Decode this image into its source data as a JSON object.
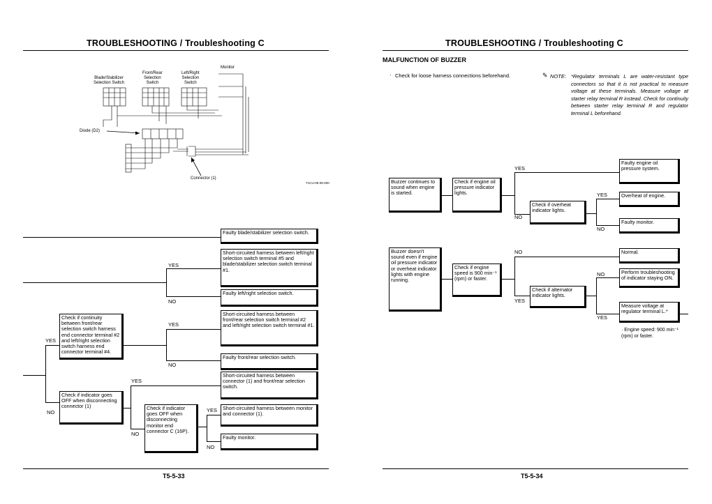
{
  "left": {
    "header": "TROUBLESHOOTING / Troubleshooting C",
    "page_number": "T5-5-33",
    "diagram": {
      "sw_blade": "Blade/Stabilizer\nSelection Switch",
      "sw_front": "Front/Rear\nSelection\nSwitch",
      "sw_lr": "Left/Right\nSelection\nSwitch",
      "monitor": "Monitor",
      "diode": "Diode (D2)",
      "connector": "Connector (1)",
      "code": "T1CU-05-05-000"
    },
    "flow": {
      "r1": "Faulty blade/stabilizer selection switch.",
      "r2": "Short-circuited harness between left/right selection switch terminal #5 and blade/stabilizer selection switch terminal #1.",
      "r3": "Faulty left/right selection switch.",
      "r4": "Short-circuited harness between front/rear selection switch terminal #2 and left/right selection switch terminal #1.",
      "r5": "Faulty front/rear selection switch.",
      "r6": "Short-circuited harness between connector (1) and front/rear selection switch.",
      "r7": "Short-circuited harness between monitor and connector (1).",
      "r8": "Faulty monitor.",
      "c1": "Check if continuity between front/rear selection switch harness end connector terminal #2 and left/right selection switch harness end connector terminal #4.",
      "c2": "Check if indicator goes OFF when disconnecting connector (1)",
      "c3": "Check if indicator goes OFF when disconnecting monitor end connector C (16P).",
      "yes": "YES",
      "no": "NO"
    }
  },
  "right": {
    "header": "TROUBLESHOOTING / Troubleshooting C",
    "page_number": "T5-5-34",
    "section_title": "MALFUNCTION OF BUZZER",
    "bullet": "Check for loose harness connections beforehand.",
    "note_label": "NOTE:",
    "note_text": "*Regulator terminals L are water-resistant type connectors so that it is not practical to measure voltage at these terminals. Measure voltage at starter relay terminal R instead. Check for continuity between starter relay terminal R and regulator terminal L beforehand.",
    "flow": {
      "s1": "Buzzer continues to sound when engine is started.",
      "s2": "Buzzer doesn't sound even if engine oil pressure indicator or overheat indicator lights with engine running.",
      "c1": "Check if engine oil pressure indicator lights.",
      "c2": "Check if overheat indicator lights.",
      "c3": "Check if engine speed is 900 min⁻¹ (rpm) or faster.",
      "c4": "Check if alternator indicator lights.",
      "r1": "Faulty engine oil pressure system.",
      "r2": "Overheat of engine.",
      "r3": "Faulty monitor.",
      "r4": "Normal.",
      "r5": "Perform troubleshooting of indicator staying ON.",
      "r6": "Measure voltage at regulator terminal L.*",
      "r6_note": "· Engine speed: 900 min⁻¹ (rpm) or faster.",
      "yes": "YES",
      "no": "NO"
    }
  }
}
